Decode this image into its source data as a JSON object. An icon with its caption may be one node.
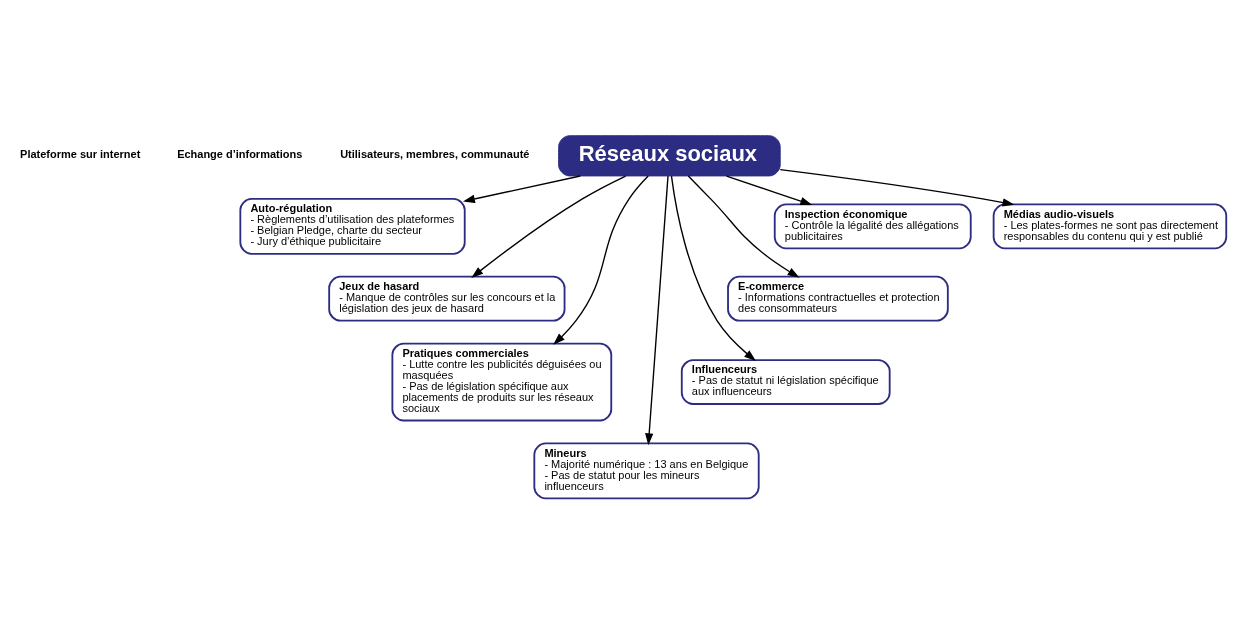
{
  "diagram": {
    "nodes": [
      {
        "text": [
          "Réseaux sociaux"
        ]
      },
      {
        "text": [
          "Auto-régulation",
          "- Règlements d’utilisation des plateformes",
          "- Belgian Pledge, charte du secteur",
          "- Jury d’éthique publicitaire"
        ]
      },
      {
        "text": [
          "Jeux de hasard",
          "- Manque de contrôles sur les concours et la législation des jeux de hasard"
        ]
      },
      {
        "text": [
          "Pratiques commerciales",
          "- Lutte contre les publicités déguisées ou masquées",
          "- Pas de législation spécifique aux placements de produits sur les réseaux sociaux"
        ]
      },
      {
        "text": [
          "Mineurs",
          "- Majorité numérique : 13 ans en Belgique",
          "- Pas de statut pour les mineurs influenceurs"
        ]
      },
      {
        "text": [
          "Influenceurs",
          "- Pas de statut ni législation spécifique aux influenceurs"
        ]
      },
      {
        "text": [
          "E-commerce",
          "- Informations contractuelles et protection des consommateurs"
        ]
      },
      {
        "text": [
          "Inspection économique",
          "- Contrôle la légalité des allégations publicitaires"
        ]
      },
      {
        "text": [
          "Médias audio-visuels",
          "- Les plates-formes ne sont pas directement responsables du contenu qui y est publié"
        ]
      }
    ],
    "edges": [
      {
        "from": 0,
        "to": 1,
        "arrow": "to"
      },
      {
        "from": 0,
        "to": 2,
        "arrow": "to"
      },
      {
        "from": 0,
        "to": 3,
        "arrow": "to"
      },
      {
        "from": 0,
        "to": 4,
        "arrow": "to"
      },
      {
        "from": 0,
        "to": 5,
        "arrow": "to"
      },
      {
        "from": 0,
        "to": 6,
        "arrow": "to"
      },
      {
        "from": 0,
        "to": 7,
        "arrow": "to"
      },
      {
        "from": 0,
        "to": 8,
        "arrow": "to"
      }
    ],
    "labels": [
      "Plateforme sur internet",
      "Echange d’informations",
      "Utilisateurs, membres, communauté"
    ]
  }
}
